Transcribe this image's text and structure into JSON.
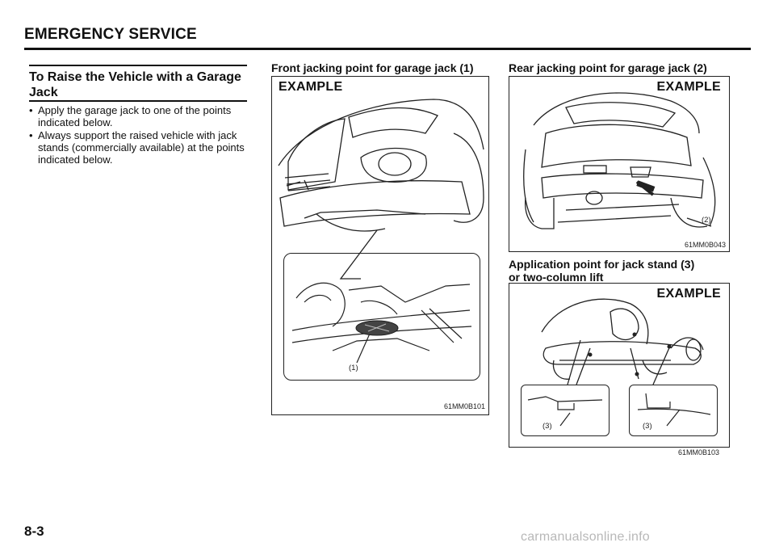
{
  "header": {
    "title": "EMERGENCY SERVICE"
  },
  "section": {
    "title": "To Raise the Vehicle with a Garage Jack",
    "bullets": [
      "Apply the garage jack to one of the points indicated below.",
      "Always support the raised vehicle with jack stands (commercially available) at the points indicated below."
    ]
  },
  "figures": {
    "front": {
      "title": "Front jacking point for garage jack (1)",
      "example": "EXAMPLE",
      "callout": "(1)",
      "code": "61MM0B101"
    },
    "rear": {
      "title": "Rear jacking point for garage jack (2)",
      "example": "EXAMPLE",
      "callout": "(2)",
      "code": "61MM0B043"
    },
    "stand": {
      "title_line1": "Application point for jack stand (3)",
      "title_line2": "or two-column lift",
      "example": "EXAMPLE",
      "callout_left": "(3)",
      "callout_right": "(3)",
      "code": "61MM0B103"
    }
  },
  "footer": {
    "page_number": "8-3",
    "watermark": "carmanualsonline.info"
  }
}
